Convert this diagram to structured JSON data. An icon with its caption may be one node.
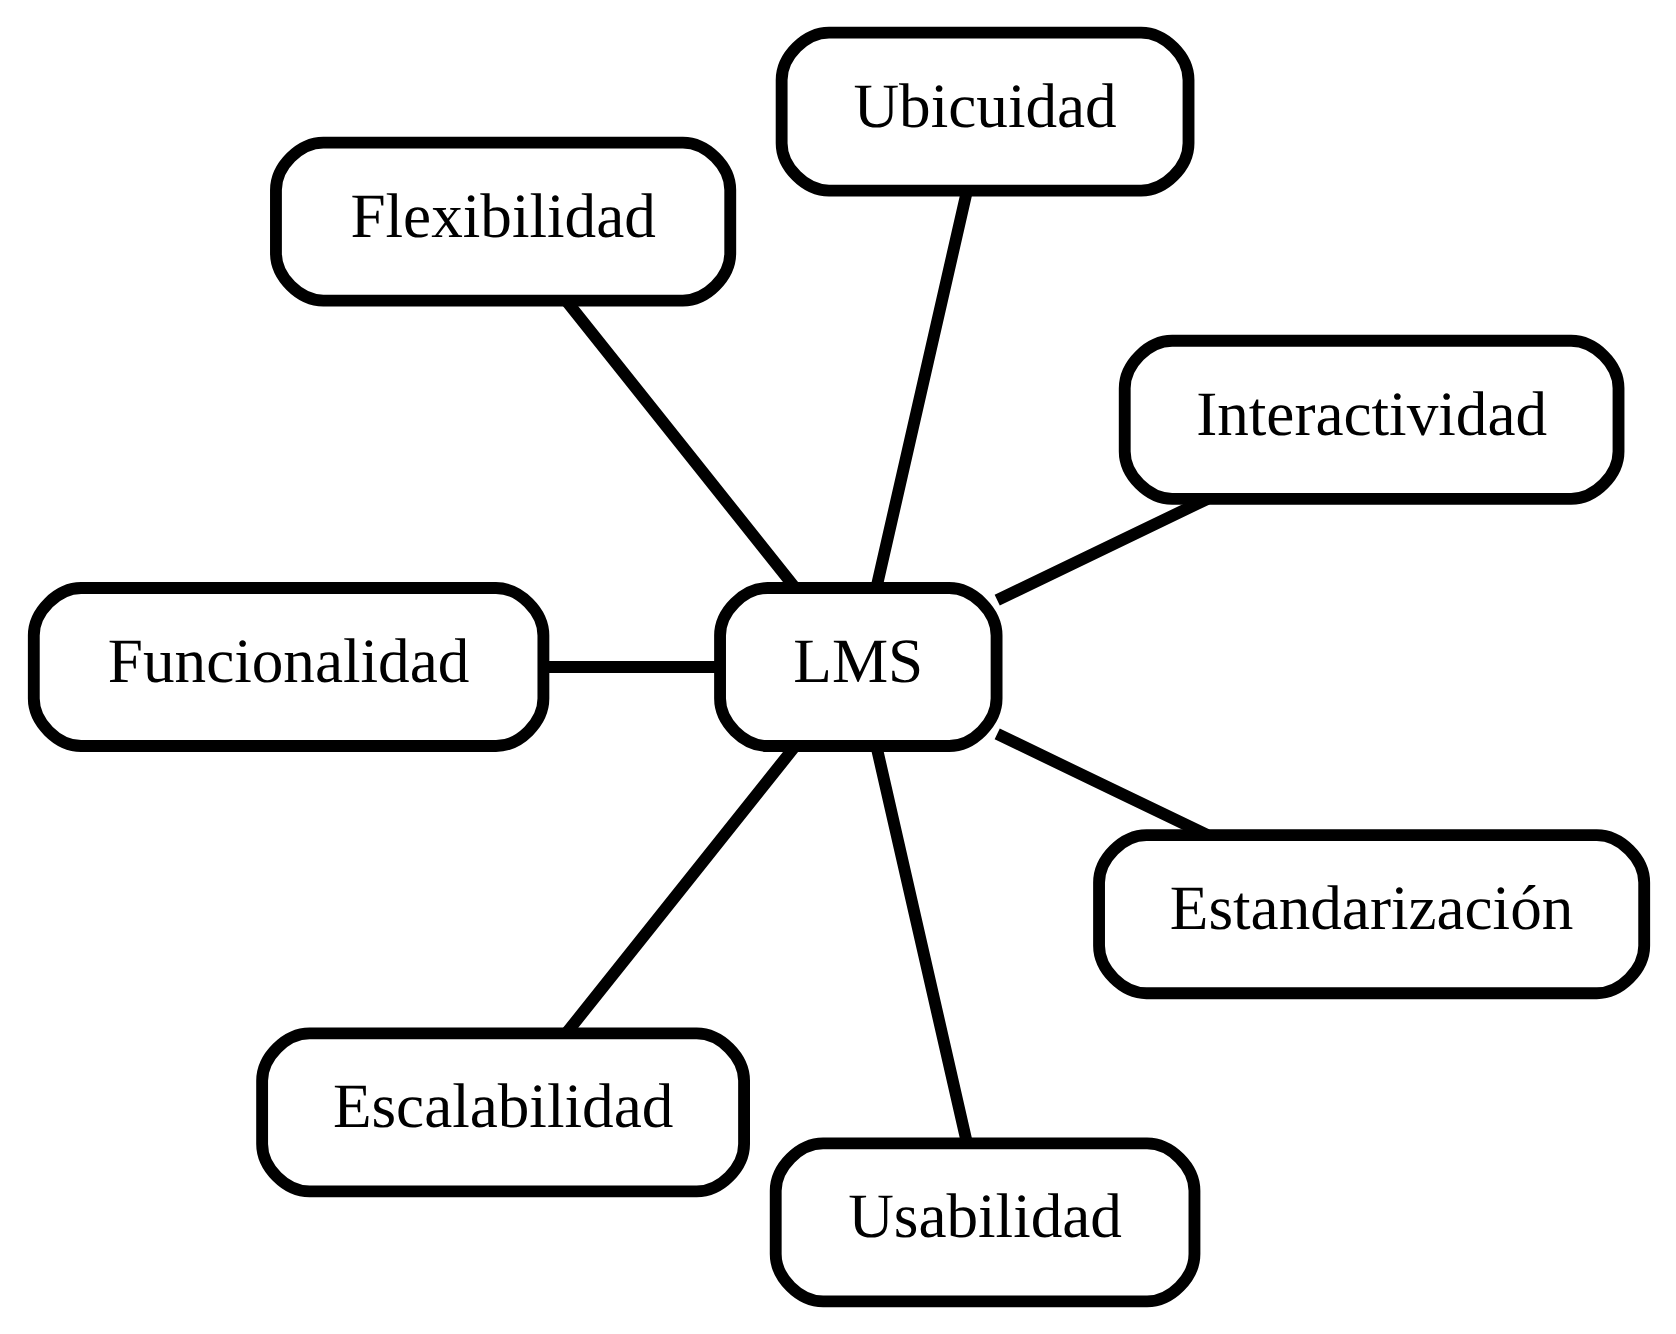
{
  "diagram": {
    "nodes": [
      {
        "text": [
          "Interactividad"
        ]
      },
      {
        "text": [
          "Ubicuidad"
        ]
      },
      {
        "text": [
          "Flexibilidad"
        ]
      },
      {
        "text": [
          "LMS"
        ]
      },
      {
        "text": [
          "Funcionalidad"
        ]
      },
      {
        "text": [
          "Escalabilidad"
        ]
      },
      {
        "text": [
          "Usabilidad"
        ]
      },
      {
        "text": [
          "Estandarización"
        ]
      }
    ],
    "edges": [
      {
        "from": 3,
        "to": 0,
        "arrow": "none"
      },
      {
        "from": 3,
        "to": 1,
        "arrow": "none"
      },
      {
        "from": 3,
        "to": 2,
        "arrow": "none"
      },
      {
        "from": 3,
        "to": 4,
        "arrow": "none"
      },
      {
        "from": 3,
        "to": 5,
        "arrow": "none"
      },
      {
        "from": 3,
        "to": 6,
        "arrow": "none"
      },
      {
        "from": 3,
        "to": 7,
        "arrow": "none"
      }
    ]
  }
}
